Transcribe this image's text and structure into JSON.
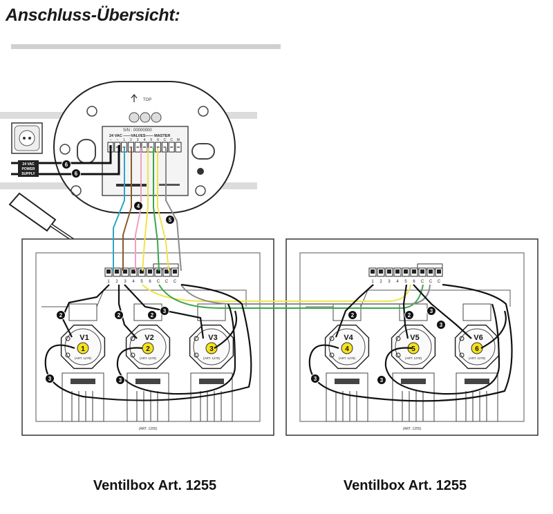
{
  "title": "Anschluss-Übersicht:",
  "controller": {
    "top_label": "TOP",
    "serial": "S/N : 00000000",
    "terminal_header": "24 VAC ——VALVES—— MASTER",
    "terminals": [
      "~",
      "~",
      "1",
      "2",
      "3",
      "4",
      "5",
      "6",
      "C",
      "C",
      "M"
    ],
    "power_label": [
      "24 VAC",
      "POWER",
      "SUPPLY"
    ]
  },
  "boxes": [
    {
      "label": "Ventilbox Art. 1255",
      "art_small": "(ART. 1255)",
      "terminals": [
        "1",
        "2",
        "3",
        "4",
        "5",
        "6",
        "C",
        "C",
        "C"
      ],
      "valves": [
        {
          "name": "V1",
          "number": "1",
          "art": "(ART. 1278)"
        },
        {
          "name": "V2",
          "number": "2",
          "art": "(ART. 1278)"
        },
        {
          "name": "V3",
          "number": "3",
          "art": "(ART. 1278)"
        }
      ]
    },
    {
      "label": "Ventilbox Art. 1255",
      "art_small": "(ART. 1255)",
      "terminals": [
        "1",
        "2",
        "3",
        "4",
        "5",
        "6",
        "C",
        "C",
        "C"
      ],
      "valves": [
        {
          "name": "V4",
          "number": "4",
          "art": "(ART. 1278)"
        },
        {
          "name": "V5",
          "number": "5",
          "art": "(ART. 1278)"
        },
        {
          "name": "V6",
          "number": "6",
          "art": "(ART. 1278)"
        }
      ]
    }
  ],
  "callouts": [
    "2",
    "3",
    "4",
    "5",
    "6"
  ],
  "colors": {
    "wire_blue": "#2aa7c4",
    "wire_yellow": "#f2e24a",
    "wire_pink": "#f0a0c0",
    "wire_green": "#3aa64a",
    "wire_brown": "#8a5a2a",
    "wire_gray": "#8a8a8a",
    "valve_yellow": "#f6e21c"
  }
}
